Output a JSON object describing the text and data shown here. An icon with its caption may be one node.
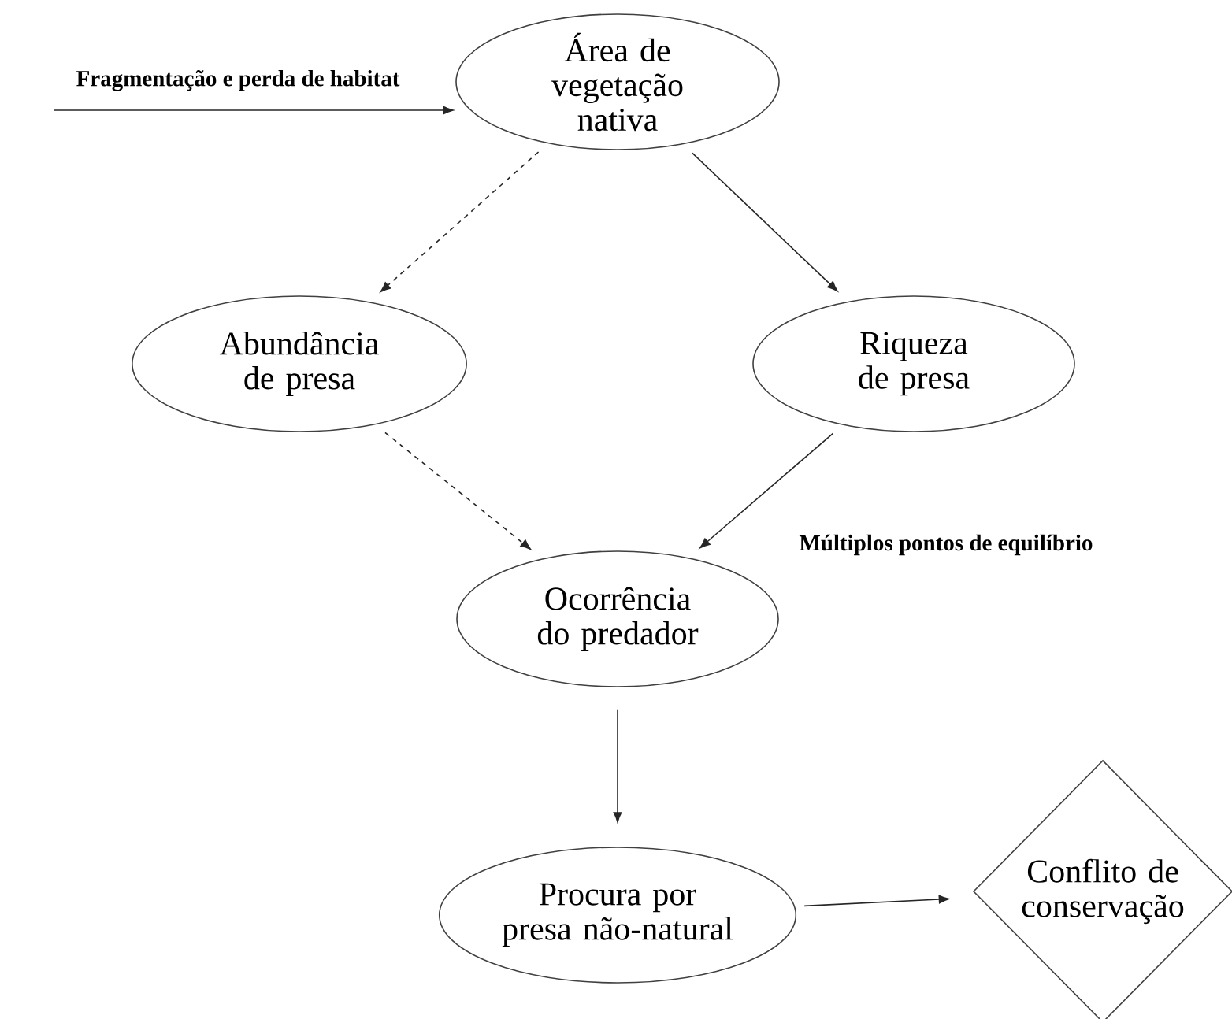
{
  "diagram": {
    "nodes": [
      {
        "text": [
          "Área de vegetação nativa"
        ]
      },
      {
        "text": [
          "Abundância de presa"
        ]
      },
      {
        "text": [
          "Riqueza de presa"
        ]
      },
      {
        "text": [
          "Ocorrência do predador"
        ]
      },
      {
        "text": [
          "Procura por presa não-natural"
        ]
      },
      {
        "text": [
          "Conflito de conservação"
        ]
      }
    ],
    "edges": [
      {
        "from": null,
        "to": 0,
        "arrow": "to",
        "label": "Fragmentação e perda de habitat"
      },
      {
        "from": 0,
        "to": 1,
        "arrow": "to",
        "style": "dashed"
      },
      {
        "from": 0,
        "to": 2,
        "arrow": "to"
      },
      {
        "from": 1,
        "to": 3,
        "arrow": "to",
        "style": "dashed"
      },
      {
        "from": 2,
        "to": 3,
        "arrow": "to"
      },
      {
        "from": 3,
        "to": 4,
        "arrow": "to"
      },
      {
        "from": 4,
        "to": 5,
        "arrow": "to"
      }
    ],
    "labels": [
      "Múltiplos pontos de equilíbrio"
    ]
  }
}
